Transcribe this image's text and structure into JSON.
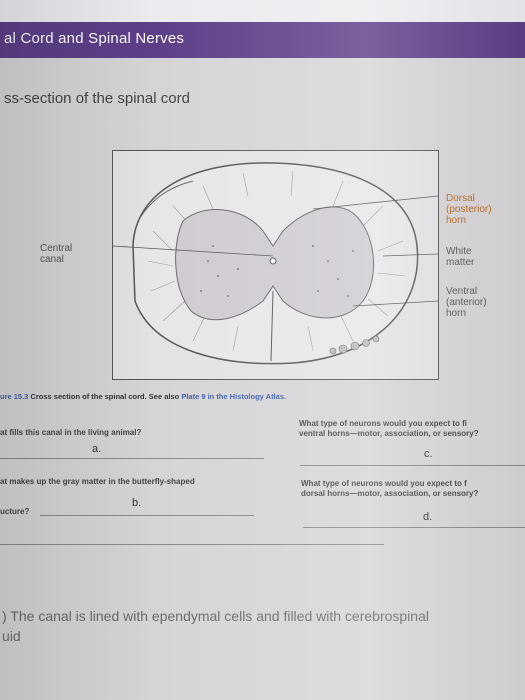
{
  "header": {
    "title": "al Cord and Spinal Nerves"
  },
  "section": {
    "title": "ss-section of the spinal cord"
  },
  "figure": {
    "labels": {
      "dorsal_1": "Dorsal",
      "dorsal_2": "(posterior)",
      "dorsal_3": "horn",
      "white_1": "White",
      "white_2": "matter",
      "ventral_1": "Ventral",
      "ventral_2": "(anterior)",
      "ventral_3": "horn",
      "central_1": "Central",
      "central_2": "canal"
    },
    "caption_lead": "ure 15.3",
    "caption_main": " Cross section of the spinal cord. See also ",
    "caption_link": "Plate 9 in the Histology Atlas."
  },
  "questions": {
    "q1": "at fills this canal in the living animal?",
    "q1_answer": "a.",
    "q2_line1": "at makes up the gray matter in the butterfly-shaped",
    "q2_line2": "ucture?",
    "q2_answer": "b.",
    "q3_line1": "What type of neurons would you expect to fi",
    "q3_line2": "ventral horns—motor, association, or sensory?",
    "q3_answer": "c.",
    "q4_line1": "What type of neurons would you expect to f",
    "q4_line2": "dorsal horns—motor, association, or sensory?",
    "q4_answer": "d."
  },
  "bottom": {
    "line1": ") The canal is lined with ependymal cells and filled with cerebrospinal",
    "line2": "uid"
  },
  "colors": {
    "header": "#5d3f88",
    "link": "#3c5fa8",
    "label_accent": "#b86a1f"
  }
}
